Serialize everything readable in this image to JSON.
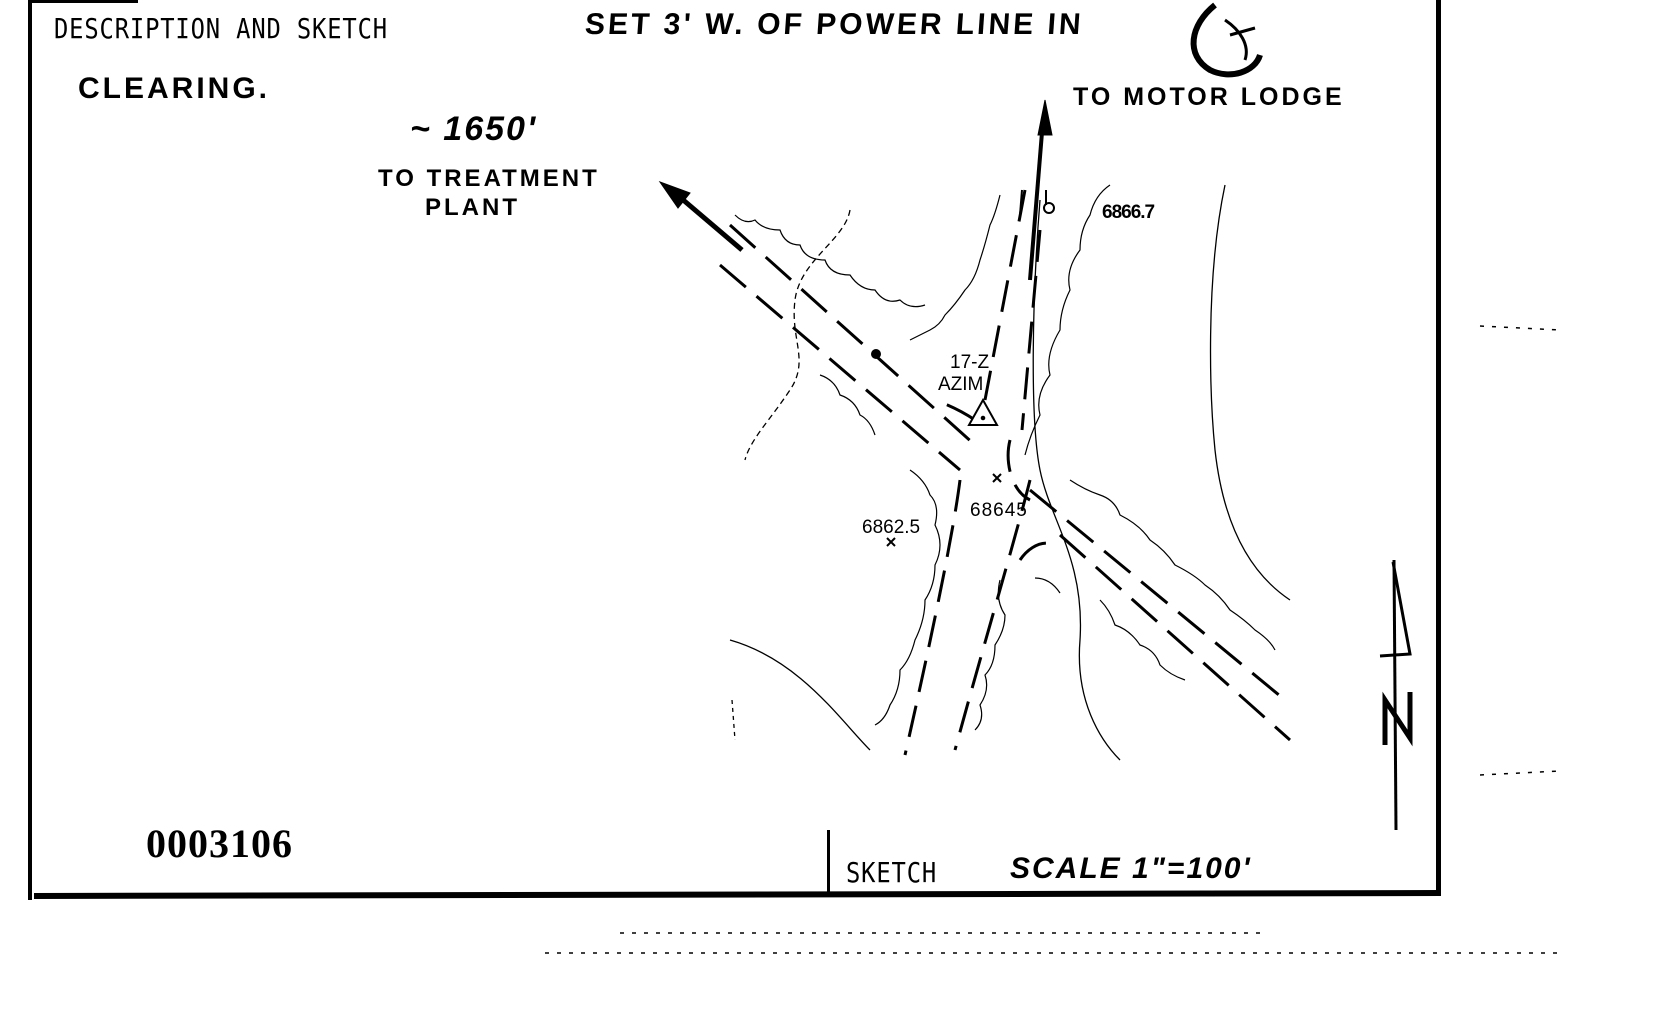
{
  "header": {
    "section_title": "DESCRIPTION AND SKETCH",
    "description_line1": "SET 3' W. OF POWER LINE IN",
    "description_line2": "CLEARING."
  },
  "sketch": {
    "labels": {
      "treatment_distance": "~ 1650'",
      "treatment_line1": "TO TREATMENT",
      "treatment_line2": "PLANT",
      "motor_lodge": "TO MOTOR LODGE",
      "station_name": "17-Z",
      "azimuth": "AZIM",
      "north": "N"
    },
    "spot_elevations": [
      {
        "label": "6866.7",
        "marker": "circle"
      },
      {
        "label": "6862.5",
        "marker": "x"
      },
      {
        "label": "68645",
        "marker": "x"
      }
    ]
  },
  "footer": {
    "document_number": "0003106",
    "sketch_label": "SKETCH",
    "scale_label": "SCALE 1\"=100'"
  }
}
